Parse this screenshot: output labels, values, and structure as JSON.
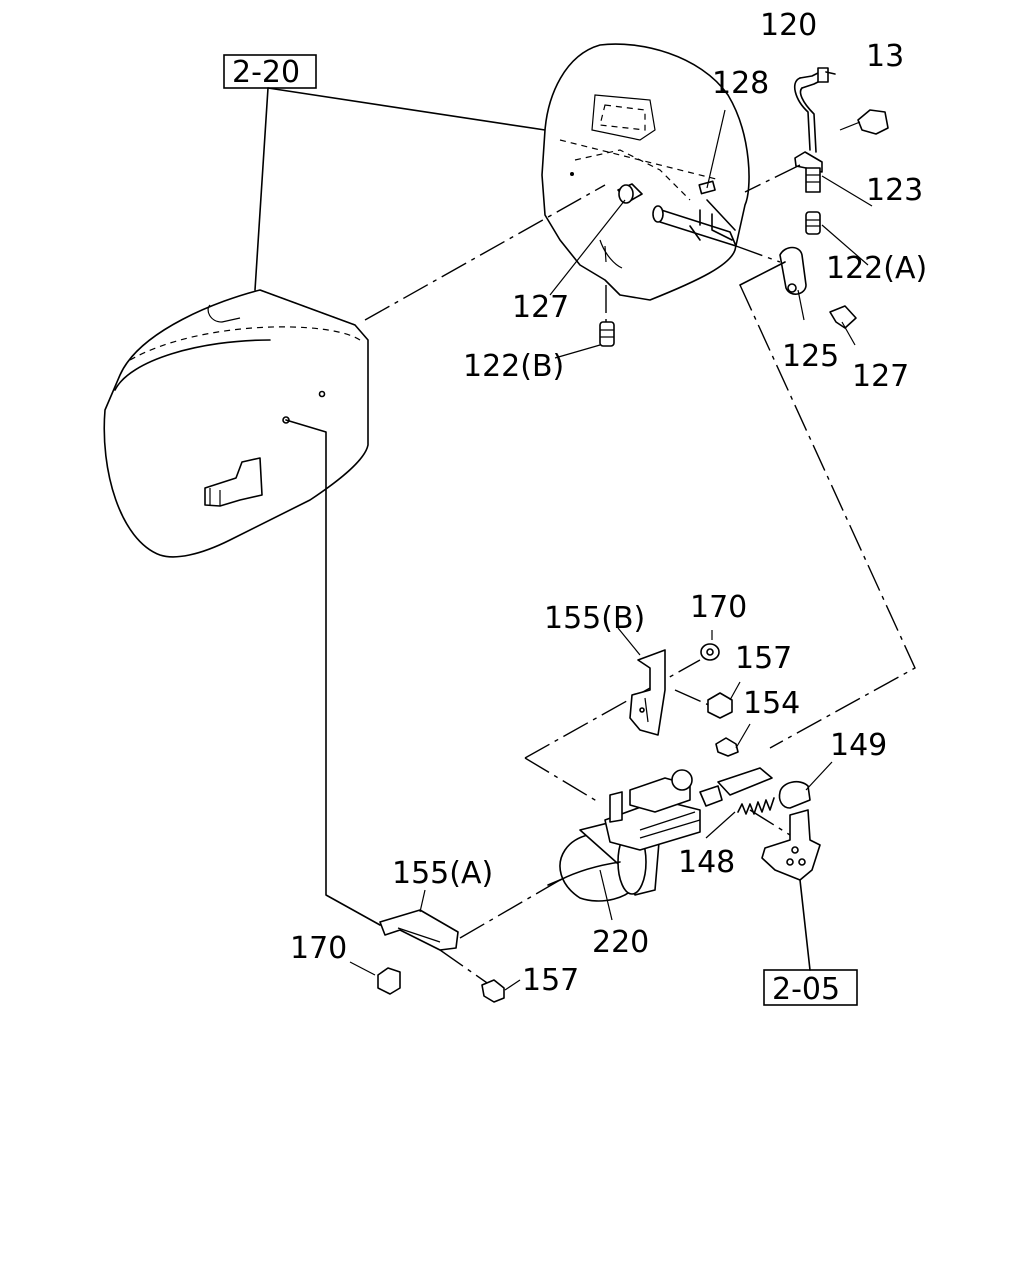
{
  "ref_labels": {
    "r220": "2-20",
    "r205": "2-05"
  },
  "part_labels": {
    "p120": "120",
    "p13": "13",
    "p128": "128",
    "p123": "123",
    "p122a": "122(A)",
    "p127a": "127",
    "p125": "125",
    "p127b": "127",
    "p122b": "122(B)",
    "p155b": "155(B)",
    "p170a": "170",
    "p157a": "157",
    "p154": "154",
    "p149": "149",
    "p148": "148",
    "p155a": "155(A)",
    "p220": "220",
    "p170b": "170",
    "p157b": "157"
  }
}
